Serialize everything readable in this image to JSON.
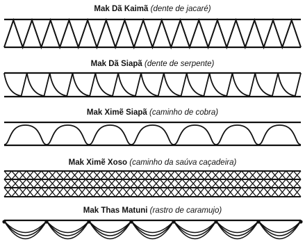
{
  "patterns": [
    {
      "name": "Mak Dã Kaimã",
      "meaning": "(dente de jacaré)"
    },
    {
      "name": "Mak Dã Siapã",
      "meaning": "(dente de serpente)"
    },
    {
      "name": "Mak Ximẽ Siapã",
      "meaning": "(caminho de cobra)"
    },
    {
      "name": "Mak Ximẽ Xoso",
      "meaning": "(caminho da saúva caçadeira)"
    },
    {
      "name": "Mak Thas Matuni",
      "meaning": "(rastro de caramujo)"
    }
  ]
}
